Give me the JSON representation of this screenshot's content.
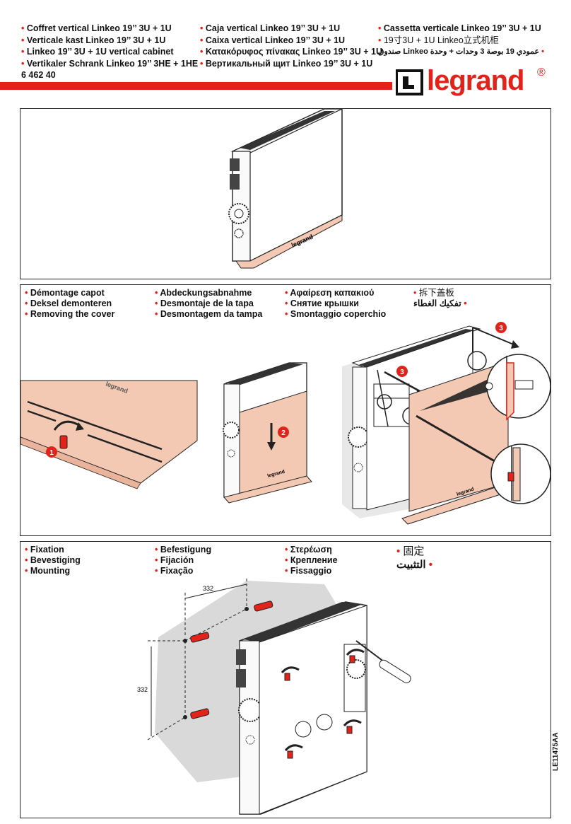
{
  "header": {
    "col1": [
      "Coffret vertical Linkeo 19’’ 3U + 1U",
      "Verticale kast Linkeo 19’’ 3U + 1U",
      "Linkeo 19’’ 3U + 1U vertical cabinet",
      "Vertikaler Schrank Linkeo 19’’ 3HE + 1HE"
    ],
    "code": "6 462 40",
    "col2": [
      "Caja vertical Linkeo 19’’ 3U + 1U",
      "Caixa vertical Linkeo 19’’ 3U + 1U",
      "Κατακόρυφος πίνακας Linkeo 19’’ 3U + 1U",
      "Вертикальный щит Linkeo 19’’ 3U + 1U"
    ],
    "col3": [
      "Cassetta verticale Linkeo 19’’ 3U + 1U",
      "19寸3U + 1U Linkeo立式机柜",
      "صندوق Linkeo عمودي 19 بوصة 3 وحدات + وحدة"
    ]
  },
  "brand": {
    "name": "legrand",
    "reg": "®",
    "color": "#e2231a"
  },
  "section_cover": {
    "col1": [
      "Démontage capot",
      "Deksel demonteren",
      "Removing the cover"
    ],
    "col2": [
      "Abdeckungsabnahme",
      "Desmontaje de la tapa",
      "Desmontagem da tampa"
    ],
    "col3": [
      "Αφαίρεση καπακιού",
      "Снятие крышки",
      "Smontaggio coperchio"
    ],
    "col4": [
      "拆下盖板",
      "تفكيك الغطاء"
    ],
    "steps": [
      "1",
      "2",
      "3",
      "3"
    ],
    "cover_brand": "legrand"
  },
  "section_mount": {
    "col1": [
      "Fixation",
      "Bevestiging",
      "Mounting"
    ],
    "col2": [
      "Befestigung",
      "Fijación",
      "Fixação"
    ],
    "col3": [
      "Στερέωση",
      "Крепление",
      "Fissaggio"
    ],
    "col4": [
      "固定",
      "التثبيت"
    ],
    "dim_h": "332",
    "dim_v": "332"
  },
  "product_brand": "legrand",
  "doc_ref": "LE11475AA",
  "colors": {
    "accent": "#e2231a",
    "cover": "#f4c9b4",
    "wall": "#d9d9d9"
  }
}
